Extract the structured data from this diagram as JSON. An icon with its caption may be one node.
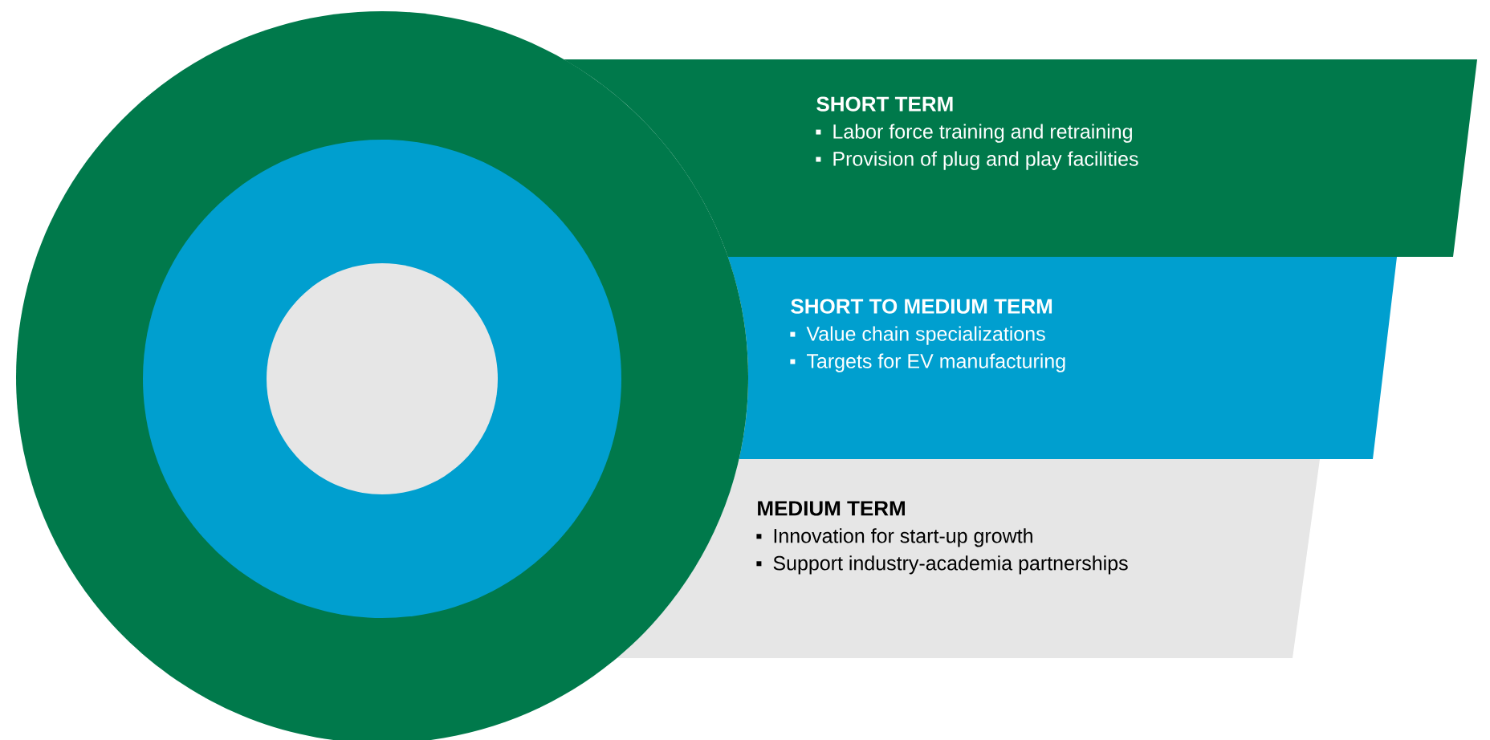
{
  "diagram": {
    "nodes": [
      {
        "text": [
          "SHORT TERM",
          "Labor force training and retraining",
          "Provision of plug and play facilities"
        ]
      },
      {
        "text": [
          "SHORT TO MEDIUM TERM",
          "Value chain specializations",
          "Targets for EV manufacturing"
        ]
      },
      {
        "text": [
          "MEDIUM TERM",
          "Innovation for start-up growth",
          "Support industry-academia partnerships"
        ]
      }
    ]
  }
}
